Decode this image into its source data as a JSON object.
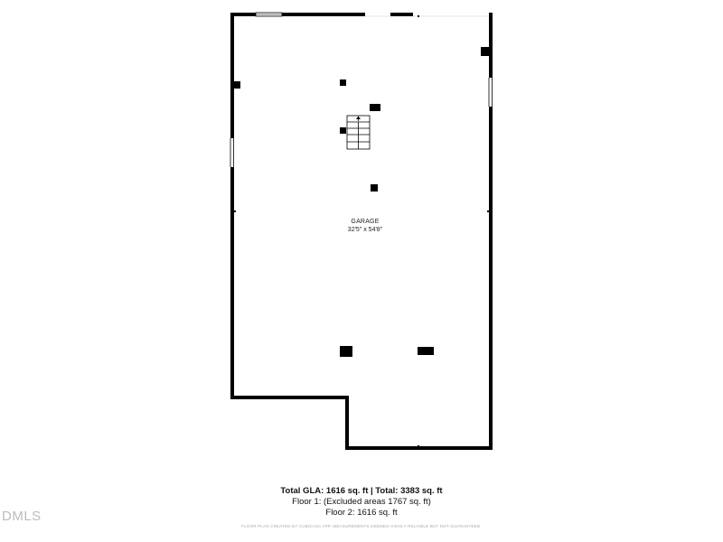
{
  "room": {
    "name": "GARAGE",
    "dimensions": "32'5\" x 54'8\""
  },
  "totals": {
    "line1": "Total GLA: 1616 sq. ft | Total: 3383 sq. ft",
    "line2": "Floor 1: (Excluded areas 1767 sq. ft)",
    "line3": "Floor 2: 1616 sq. ft"
  },
  "disclaimer": "FLOOR PLAN CREATED BY CUBICASA APP. MEASUREMENTS DEEMED HIGHLY RELIABLE BUT NOT GUARANTEED.",
  "watermark": "DMLS",
  "icons": [
    "stairs-icon",
    "window-icon",
    "door-opening-icon",
    "column-icon"
  ],
  "colors": {
    "wall": "#000000",
    "background": "#ffffff",
    "text": "#111111"
  }
}
